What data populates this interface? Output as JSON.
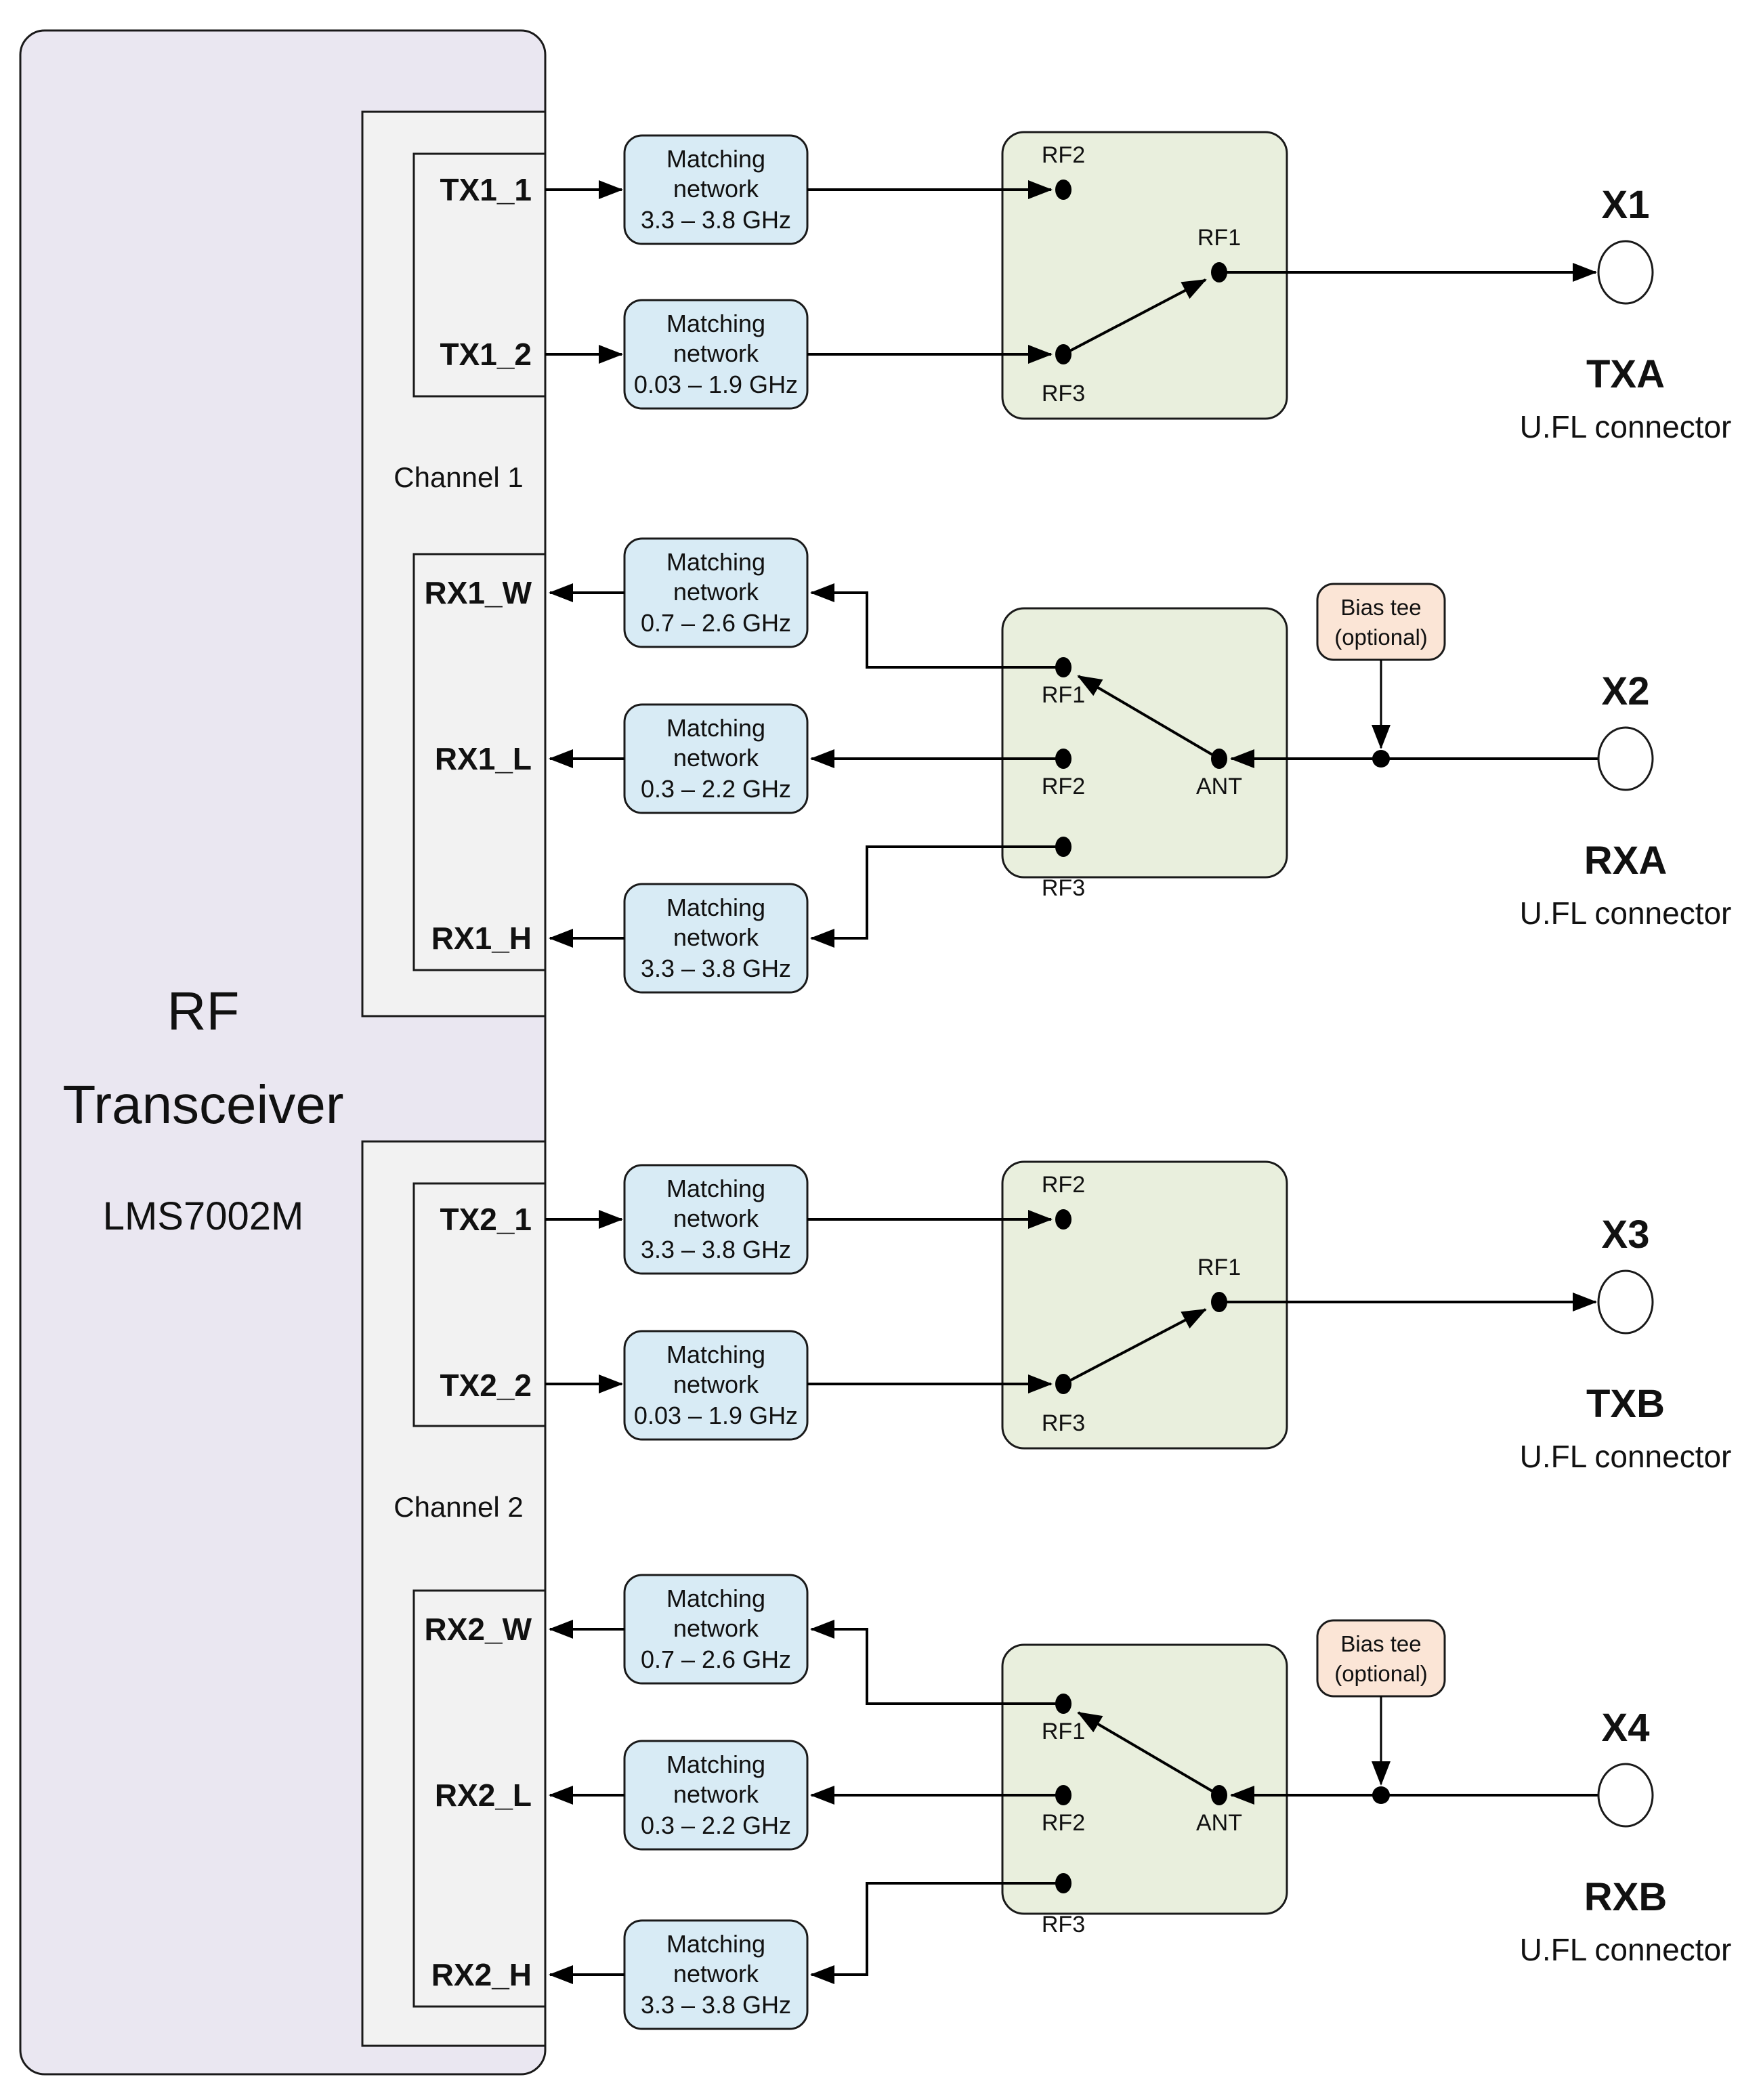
{
  "transceiver": {
    "title_line1": "RF",
    "title_line2": "Transceiver",
    "model": "LMS7002M"
  },
  "channels": [
    {
      "label": "Channel 1",
      "tx_port_1": "TX1_1",
      "tx_port_2": "TX1_2",
      "rx_port_w": "RX1_W",
      "rx_port_l": "RX1_L",
      "rx_port_h": "RX1_H"
    },
    {
      "label": "Channel 2",
      "tx_port_1": "TX2_1",
      "tx_port_2": "TX2_2",
      "rx_port_w": "RX2_W",
      "rx_port_l": "RX2_L",
      "rx_port_h": "RX2_H"
    }
  ],
  "matching_network": {
    "line1": "Matching",
    "line2": "network",
    "tx_high_freq": "3.3 – 3.8 GHz",
    "tx_low_freq": "0.03 – 1.9 GHz",
    "rx_wide_freq": "0.7 – 2.6 GHz",
    "rx_low_freq": "0.3 – 2.2 GHz",
    "rx_high_freq": "3.3 – 3.8 GHz"
  },
  "switch": {
    "rf1": "RF1",
    "rf2": "RF2",
    "rf3": "RF3",
    "ant": "ANT"
  },
  "bias_tee": {
    "line1": "Bias tee",
    "line2": "(optional)"
  },
  "connectors": [
    {
      "id": "X1",
      "name": "TXA",
      "type": "U.FL connector"
    },
    {
      "id": "X2",
      "name": "RXA",
      "type": "U.FL connector"
    },
    {
      "id": "X3",
      "name": "TXB",
      "type": "U.FL connector"
    },
    {
      "id": "X4",
      "name": "RXB",
      "type": "U.FL connector"
    }
  ],
  "colors": {
    "transceiver_fill": "#EAE7F1",
    "channel_fill": "#F2F2F2",
    "port_fill": "#F2F2F2",
    "matching_fill": "#D8EBF5",
    "switch_fill": "#E9EFDD",
    "bias_fill": "#FBE5D6",
    "stroke": "#1A1A1A",
    "wire": "#000000"
  }
}
